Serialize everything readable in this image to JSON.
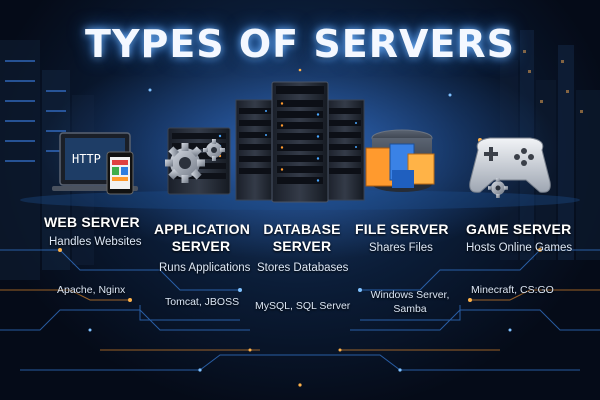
{
  "title": "TYPES OF SERVERS",
  "icons": {
    "web": "web-server-icon",
    "app": "application-server-icon",
    "db": "database-server-icon",
    "file": "file-server-icon",
    "game": "game-server-icon"
  },
  "monitor_text": "HTTP",
  "servers": [
    {
      "name": "WEB SERVER",
      "description": "Handles Websites",
      "examples": "Apache, Nginx"
    },
    {
      "name_line1": "APPLICATION",
      "name_line2": "SERVER",
      "description": "Runs Applications",
      "examples": "Tomcat, JBOSS"
    },
    {
      "name_line1": "DATABASE",
      "name_line2": "SERVER",
      "description": "Stores Databases",
      "examples": "MySQL, SQL Server"
    },
    {
      "name": "FILE SERVER",
      "description": "Shares Files",
      "examples_line1": "Windows Server,",
      "examples_line2": "Samba"
    },
    {
      "name": "GAME SERVER",
      "description": "Hosts Online Games",
      "examples": "Minecraft, CS:GO"
    }
  ],
  "colors": {
    "glow": "#4fa3ff",
    "accent_orange": "#ff9a2e",
    "title": "#f4f8ff"
  }
}
